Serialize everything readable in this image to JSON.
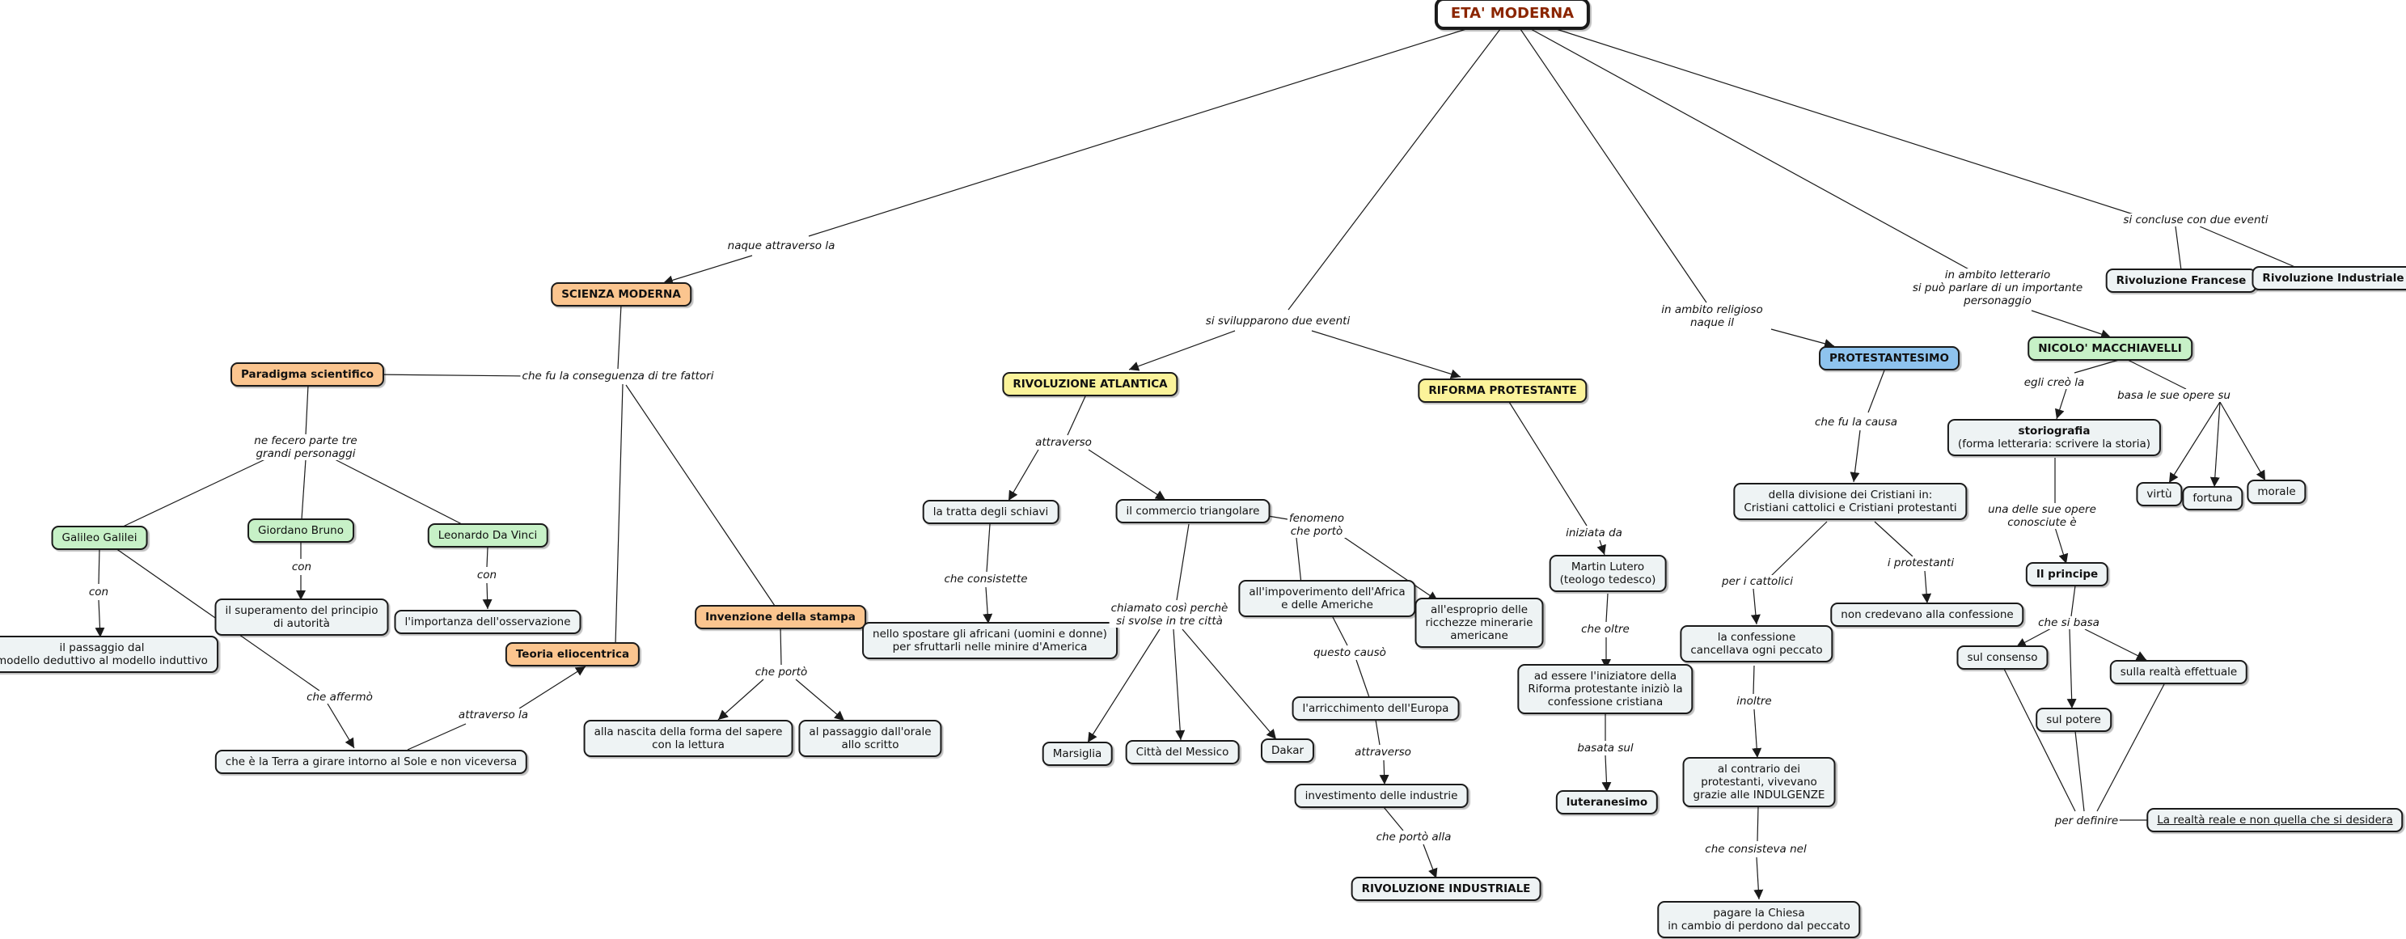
{
  "colors": {
    "root_text": "#8b2500",
    "node_default": "#eef3f4",
    "node_orange": "#fbc58f",
    "node_yellow": "#fbf39a",
    "node_blue": "#8ec3ee",
    "node_green": "#c7f1c7",
    "edge": "#1a1a1a"
  },
  "concept_map": {
    "root": {
      "label": "ETA' MODERNA"
    },
    "scienza": {
      "scienza_moderna": "SCIENZA MODERNA",
      "paradigma": "Paradigma scientifico",
      "galileo": "Galileo Galilei",
      "bruno": "Giordano Bruno",
      "davinci": "Leonardo Da Vinci",
      "deduttivo": [
        "il passaggio dal",
        "modello deduttivo al modello induttivo"
      ],
      "autorita": [
        "il superamento del principio",
        "di autorità"
      ],
      "osservazione": "l'importanza dell'osservazione",
      "terra": "che è la Terra a girare intorno al Sole e non viceversa",
      "eliocentrica": "Teoria eliocentrica",
      "stampa": "Invenzione della stampa",
      "sapere": [
        "alla nascita della forma del sapere",
        "con la lettura"
      ],
      "orale": [
        "al passaggio dall'orale",
        "allo scritto"
      ]
    },
    "atlantica": {
      "rivoluzione_atlantica": "RIVOLUZIONE ATLANTICA",
      "tratta": "la tratta degli schiavi",
      "commercio": "il commercio triangolare",
      "spostare": [
        "nello spostare gli africani (uomini e donne)",
        "per sfruttarli nelle minire d'America"
      ],
      "impoverimento": [
        "all'impoverimento dell'Africa",
        "e delle Americhe"
      ],
      "esproprio": [
        "all'esproprio delle",
        "ricchezze minerarie",
        "americane"
      ],
      "marsiglia": "Marsiglia",
      "messico": "Città del Messico",
      "dakar": "Dakar",
      "arricchimento": "l'arricchimento dell'Europa",
      "investimento": "investimento delle industrie",
      "rivoluzione_industriale": "RIVOLUZIONE INDUSTRIALE"
    },
    "riforma": {
      "riforma_protestante": "RIFORMA PROTESTANTE",
      "lutero": [
        "Martin Lutero",
        "(teologo tedesco)"
      ],
      "iniziatore": [
        "ad essere l'iniziatore della",
        "Riforma protestante iniziò la",
        "confessione cristiana"
      ],
      "luteranesimo": "luteranesimo"
    },
    "protestantesimo": {
      "protestantesimo": "PROTESTANTESIMO",
      "divisione": [
        "della divisione dei Cristiani in:",
        "Cristiani cattolici e Cristiani protestanti"
      ],
      "confessione": [
        "la confessione",
        "cancellava ogni peccato"
      ],
      "non_credevano": "non credevano alla confessione",
      "indulgenze": [
        "al contrario dei",
        "protestanti, vivevano",
        "grazie alle INDULGENZE"
      ],
      "pagare": [
        "pagare la Chiesa",
        "in cambio di perdono dal peccato"
      ]
    },
    "macchiavelli": {
      "macchiavelli": "NICOLO' MACCHIAVELLI",
      "storiografia": [
        "storiografia",
        "(forma letteraria: scrivere la storia)"
      ],
      "principe": "Il principe",
      "virtu": "virtù",
      "fortuna": "fortuna",
      "morale": "morale",
      "consenso": "sul consenso",
      "potere": "sul potere",
      "realta_effettuale": "sulla realtà effettuale",
      "realta_reale": "La realtà reale e non quella che si desidera"
    },
    "conclusione": {
      "francese": "Rivoluzione Francese",
      "industriale": "Rivoluzione Industriale"
    },
    "links": {
      "naque": "naque attraverso la",
      "conseguenza": "che fu la conseguenza di tre fattori",
      "personaggi": [
        "ne fecero parte tre",
        "grandi personaggi"
      ],
      "con1": "con",
      "con2": "con",
      "con3": "con",
      "affermo": "che affermò",
      "attraverso_la": "attraverso la",
      "porto": "che portò",
      "due_eventi": "si svilupparono due eventi",
      "attraverso1": "attraverso",
      "consistette": "che consistette",
      "fenomeno": [
        "fenomeno",
        "che portò"
      ],
      "chiamato": [
        "chiamato così perchè",
        "si svolse in tre città"
      ],
      "questo_causo": "questo causò",
      "attraverso2": "attraverso",
      "porto_alla": "che portò alla",
      "iniziata": "iniziata da",
      "che_oltre": "che oltre",
      "basata": "basata sul",
      "religioso": [
        "in ambito religioso",
        "naque il"
      ],
      "causa": "che fu la causa",
      "cattolici": "per i cattolici",
      "protestanti": "i protestanti",
      "inoltre": "inoltre",
      "consisteva": "che consisteva nel",
      "letterario": [
        "in ambito letterario",
        "si può parlare di un importante",
        "personaggio"
      ],
      "creo": "egli creò la",
      "basa_opere": "basa le sue opere su",
      "conosciute": [
        "una delle sue opere",
        "conosciute è"
      ],
      "si_basa": "che si basa",
      "definire": "per definire",
      "concluse": "si concluse con due eventi"
    }
  }
}
